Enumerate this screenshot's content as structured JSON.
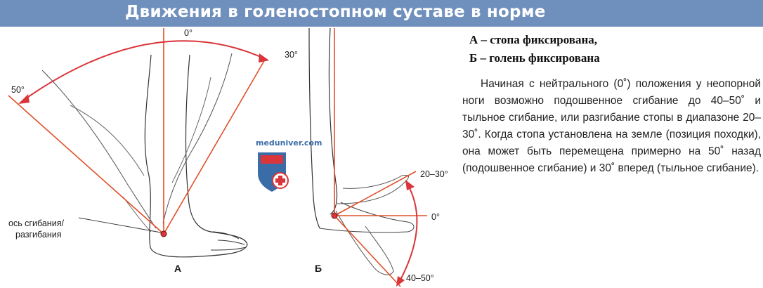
{
  "header": {
    "title": "Движения в голеностопном суставе в норме"
  },
  "legend": {
    "line_a": "А – стопа фиксирована,",
    "line_b": "Б – голень фиксирована"
  },
  "description": "Начиная с нейтрального (0˚) положения у неопорной ноги возможно подошвенное сгибание до 40–50˚ и тыльное сгибание, или разгибание стопы в диапазоне 20–30˚. Когда стопа установлена на земле (позиция походки), она может быть перемещена примерно на 50˚ назад (подошвенное сгибание) и 30˚ вперед (тыльное сгибание).",
  "figure_a": {
    "angle_0": "0°",
    "angle_30": "30°",
    "angle_50": "50°",
    "axis_label_line1": "ось сгибания/",
    "axis_label_line2": "разгибания",
    "letter": "А"
  },
  "figure_b": {
    "angle_20_30": "20–30°",
    "angle_0": "0°",
    "angle_40_50": "40–50°",
    "letter": "Б"
  },
  "watermark": {
    "text": "meduniver.com"
  },
  "colors": {
    "header": "#6f8fbd",
    "angle_line": "#e0502a",
    "skin_outline": "#333333",
    "logo_blue": "#3a6ca8",
    "logo_red": "#d9353a"
  }
}
